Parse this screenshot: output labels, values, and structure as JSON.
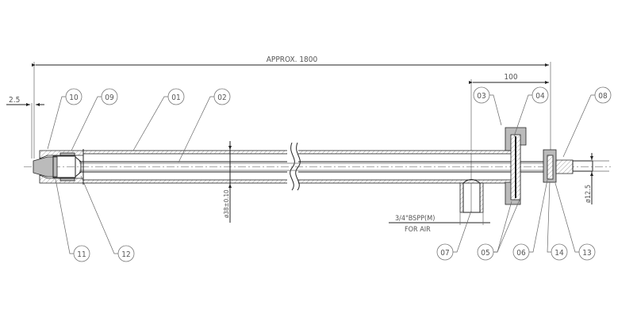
{
  "dimensions": {
    "overall_length": "APPROX. 1800",
    "flange_offset": "100",
    "nozzle_gap": "2.5",
    "tube_diameter": "ø38±0.10",
    "outlet_diameter": "ø12.5"
  },
  "notes": {
    "air_port": "3/4\"BSPP(M)",
    "air_port_purpose": "FOR AIR"
  },
  "balloons": [
    "10",
    "09",
    "01",
    "02",
    "03",
    "04",
    "08",
    "11",
    "12",
    "07",
    "05",
    "06",
    "14",
    "13"
  ]
}
